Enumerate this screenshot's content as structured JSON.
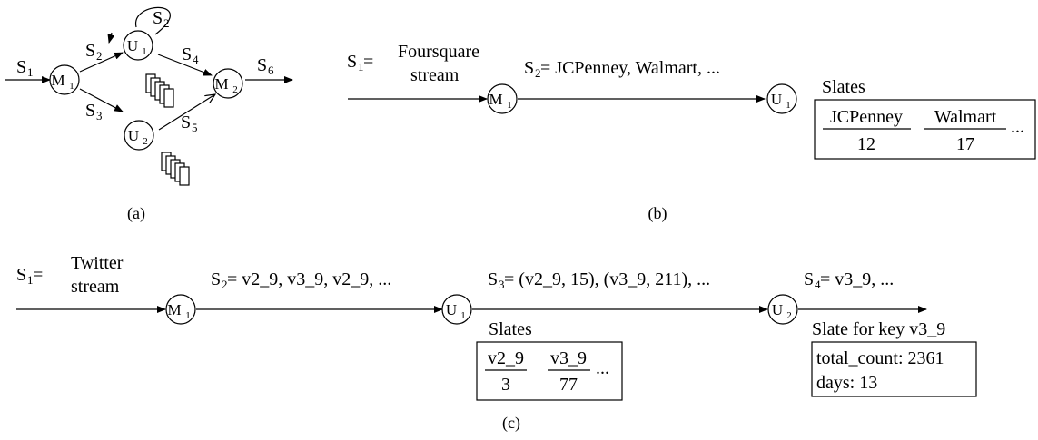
{
  "panel_a": {
    "caption": "(a)",
    "nodes": {
      "m1": {
        "base": "M",
        "sub": "1"
      },
      "u1": {
        "base": "U",
        "sub": "1"
      },
      "u2": {
        "base": "U",
        "sub": "2"
      },
      "m2": {
        "base": "M",
        "sub": "2"
      }
    },
    "streams": {
      "s1": {
        "base": "S",
        "sub": "1"
      },
      "s2": {
        "base": "S",
        "sub": "2"
      },
      "s2_loop": {
        "base": "S",
        "sub": "2"
      },
      "s3": {
        "base": "S",
        "sub": "3"
      },
      "s4": {
        "base": "S",
        "sub": "4"
      },
      "s5": {
        "base": "S",
        "sub": "5"
      },
      "s6": {
        "base": "S",
        "sub": "6"
      }
    }
  },
  "panel_b": {
    "caption": "(b)",
    "s1": {
      "base": "S",
      "sub": "1",
      "tail": " ="
    },
    "source_line1": "Foursquare",
    "source_line2": "stream",
    "s2": {
      "base": "S",
      "sub": "2",
      "tail": " = JCPenney, Walmart, ..."
    },
    "nodes": {
      "m1": {
        "base": "M",
        "sub": "1"
      },
      "u1": {
        "base": "U",
        "sub": "1"
      }
    },
    "slates_title": "Slates",
    "slates": [
      {
        "key": "JCPenney",
        "value": "12"
      },
      {
        "key": "Walmart",
        "value": "17"
      }
    ],
    "ellipsis": "..."
  },
  "panel_c": {
    "caption": "(c)",
    "s1": {
      "base": "S",
      "sub": "1",
      "tail": " ="
    },
    "source_line1": "Twitter",
    "source_line2": "stream",
    "s2": {
      "base": "S",
      "sub": "2",
      "tail": " = v2_9, v3_9, v2_9,  ..."
    },
    "s3": {
      "base": "S",
      "sub": "3",
      "tail": " = (v2_9, 15), (v3_9, 211),  ..."
    },
    "s4": {
      "base": "S",
      "sub": "4",
      "tail": " = v3_9,  ..."
    },
    "nodes": {
      "m1": {
        "base": "M",
        "sub": "1"
      },
      "u1": {
        "base": "U",
        "sub": "1"
      },
      "u2": {
        "base": "U",
        "sub": "2"
      }
    },
    "slates_title": "Slates",
    "slates": [
      {
        "key": "v2_9",
        "value": "3"
      },
      {
        "key": "v3_9",
        "value": "77"
      }
    ],
    "ellipsis": "...",
    "slate_key_title": "Slate for key v3_9",
    "slate_key_line1": "total_count: 2361",
    "slate_key_line2": "days: 13"
  }
}
